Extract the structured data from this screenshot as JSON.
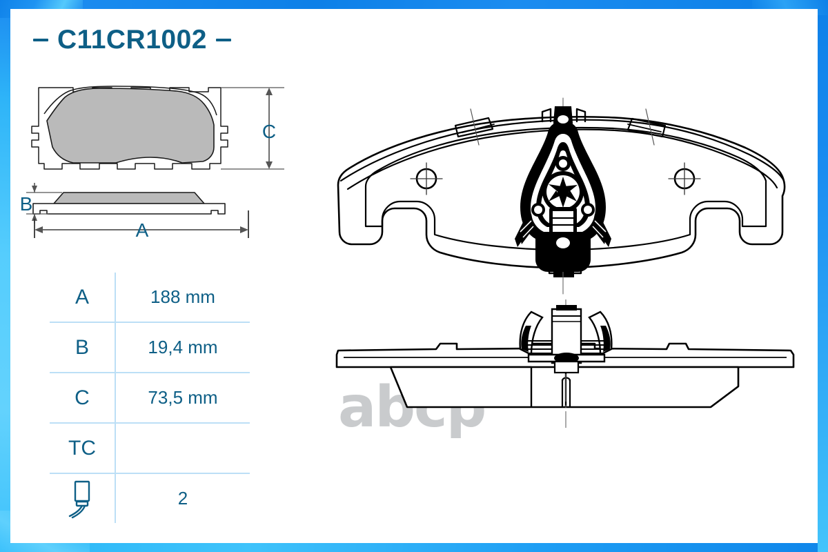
{
  "product": {
    "code": "C11CR1002",
    "title_dash_left": "–",
    "title_dash_right": "–"
  },
  "dimension_labels": {
    "a": "A",
    "b": "B",
    "c": "C"
  },
  "spec_table": {
    "rows": [
      {
        "key": "A",
        "value": "188 mm",
        "icon": ""
      },
      {
        "key": "B",
        "value": "19,4 mm",
        "icon": ""
      },
      {
        "key": "C",
        "value": "73,5 mm",
        "icon": ""
      },
      {
        "key": "TC",
        "value": "",
        "icon": ""
      },
      {
        "key": "",
        "value": "2",
        "icon": "wear-sensor-icon"
      }
    ]
  },
  "watermark": {
    "text": "abcp"
  },
  "colors": {
    "brand_dark_blue": "#0e5f86",
    "table_line": "#bcdff6",
    "frame_blue": "#0d80e8",
    "frame_light_blue": "#5fd0fd",
    "friction_gray": "#b9b9b9",
    "line_black": "#1a1a1a",
    "watermark_gray": "#c9cbcd"
  },
  "drawings": {
    "pad_front_view": "brake-pad-front-view",
    "pad_side_view": "brake-pad-side-view",
    "assembly_rear_view": "brake-pad-assembly-rear-view",
    "assembly_edge_view": "brake-pad-assembly-edge-view"
  }
}
